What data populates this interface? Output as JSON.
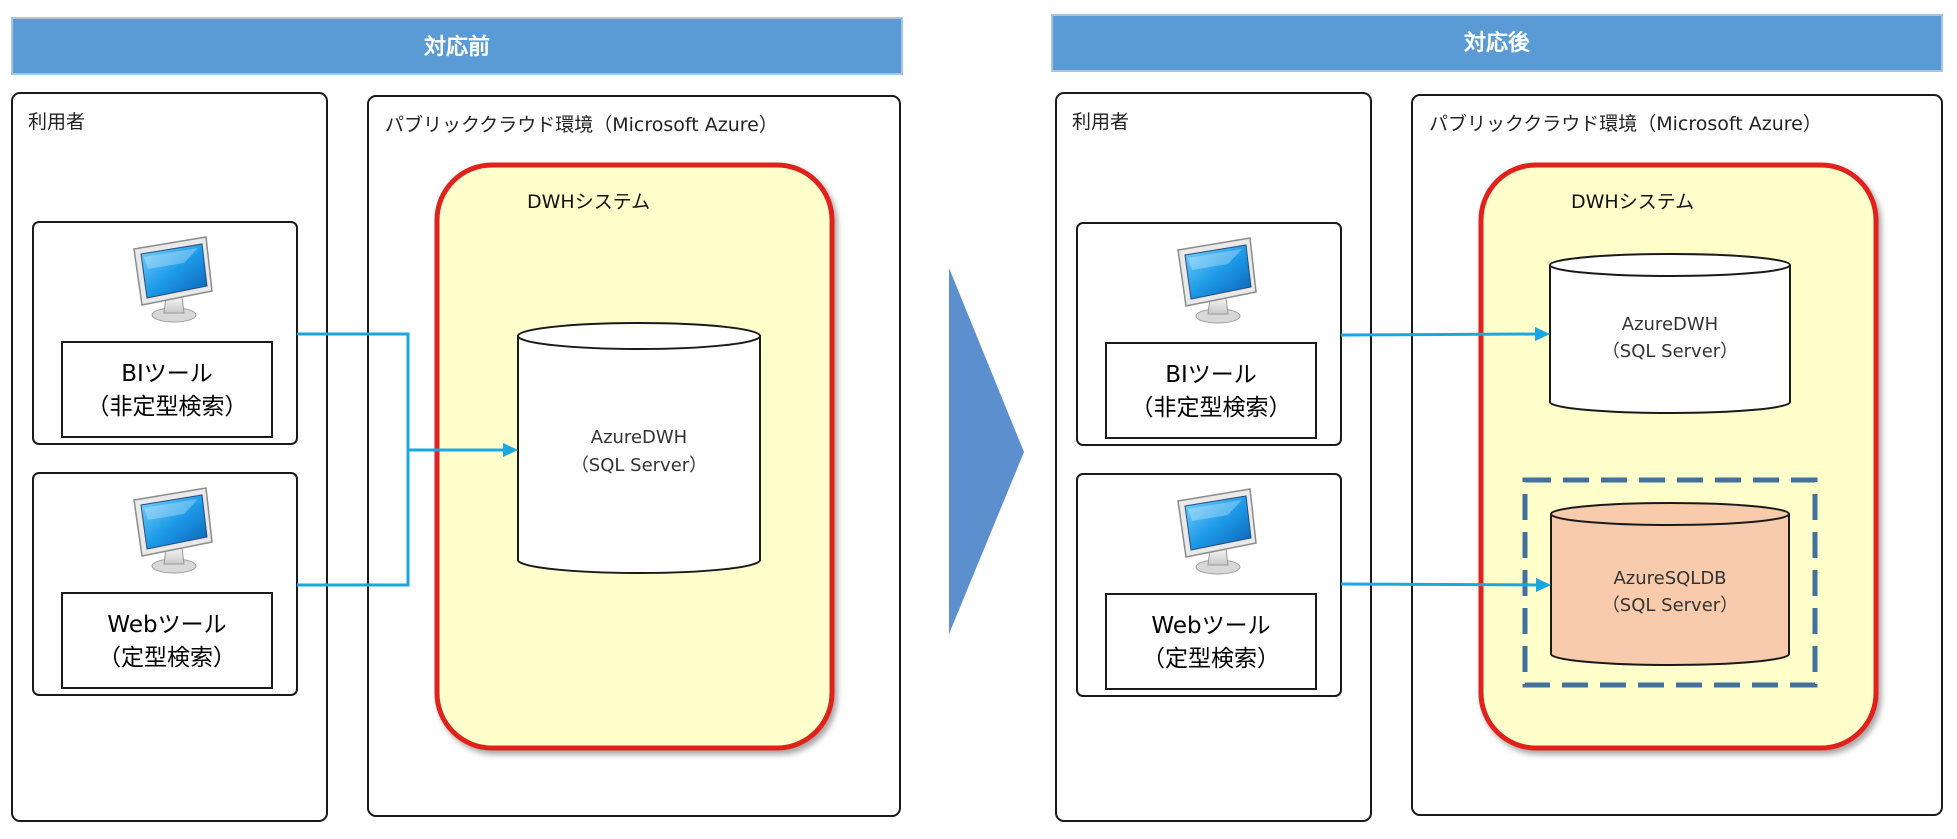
{
  "before": {
    "header": "対応前",
    "users_label": "利用者",
    "cloud_label": "パブリッククラウド環境（Microsoft Azure）",
    "system_label": "DWHシステム",
    "tools": [
      {
        "line1": "BIツール",
        "line2": "（非定型検索）"
      },
      {
        "line1": "Webツール",
        "line2": "（定型検索）"
      }
    ],
    "db": {
      "line1": "AzureDWH",
      "line2": "（SQL Server）"
    }
  },
  "after": {
    "header": "対応後",
    "users_label": "利用者",
    "cloud_label": "パブリッククラウド環境（Microsoft Azure）",
    "system_label": "DWHシステム",
    "tools": [
      {
        "line1": "BIツール",
        "line2": "（非定型検索）"
      },
      {
        "line1": "Webツール",
        "line2": "（定型検索）"
      }
    ],
    "db_dwh": {
      "line1": "AzureDWH",
      "line2": "（SQL Server）"
    },
    "db_sqldb": {
      "line1": "AzureSQLDB",
      "line2": "（SQL Server）"
    }
  },
  "colors": {
    "header_fill": "#5b9bd5",
    "system_fill": "#ffffcc",
    "system_border": "#e0201c",
    "connector": "#1aa7e0",
    "new_db_fill": "#f8cbad",
    "dashed_border": "#41719c",
    "arrow_fill": "#5b8fcd"
  }
}
